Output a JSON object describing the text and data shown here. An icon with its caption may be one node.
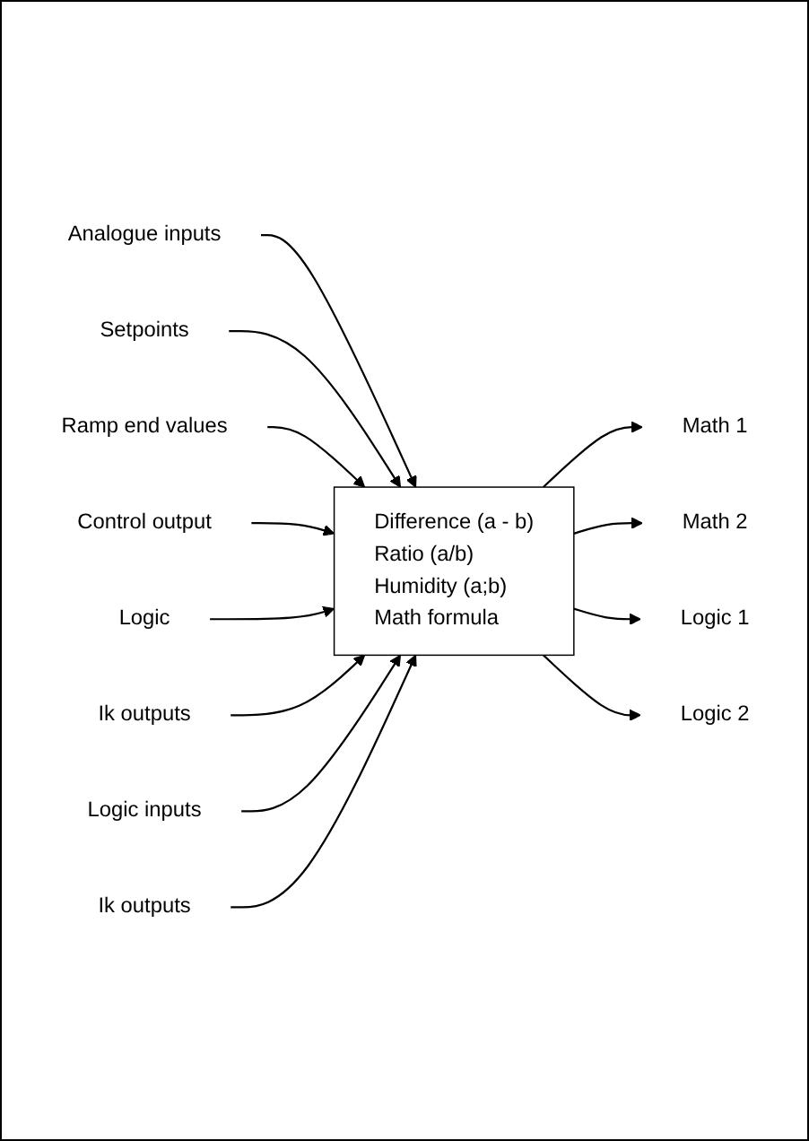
{
  "diagram": {
    "nodes": [
      {
        "text": [
          "Analogue inputs"
        ]
      },
      {
        "text": [
          "Difference (a - b)",
          "Ratio (a/b)",
          "Humidity (a;b)",
          "Math formula"
        ]
      },
      {
        "text": [
          "Math 1"
        ]
      },
      {
        "text": [
          "Setpoints"
        ]
      },
      {
        "text": [
          "Ramp end values"
        ]
      },
      {
        "text": [
          "Math 2"
        ]
      },
      {
        "text": [
          "Control output"
        ]
      },
      {
        "text": [
          "Logic"
        ]
      },
      {
        "text": [
          "Ik outputs"
        ]
      },
      {
        "text": [
          "Logic inputs"
        ]
      },
      {
        "text": [
          "Logic 1"
        ]
      },
      {
        "text": [
          "Ik outputs"
        ]
      },
      {
        "text": [
          "Logic 2"
        ]
      }
    ],
    "edges": [
      {
        "from": 0,
        "to": 1,
        "arrow": "to"
      },
      {
        "from": 3,
        "to": 1,
        "arrow": "to"
      },
      {
        "from": 4,
        "to": 1,
        "arrow": "to"
      },
      {
        "from": 6,
        "to": 1,
        "arrow": "to"
      },
      {
        "from": 7,
        "to": 1,
        "arrow": "to"
      },
      {
        "from": 8,
        "to": 1,
        "arrow": "to"
      },
      {
        "from": 9,
        "to": 1,
        "arrow": "to"
      },
      {
        "from": 11,
        "to": 1,
        "arrow": "to"
      },
      {
        "from": 1,
        "to": 2,
        "arrow": "to"
      },
      {
        "from": 1,
        "to": 5,
        "arrow": "to"
      },
      {
        "from": 1,
        "to": 10,
        "arrow": "to"
      },
      {
        "from": 1,
        "to": 12,
        "arrow": "to"
      }
    ]
  }
}
